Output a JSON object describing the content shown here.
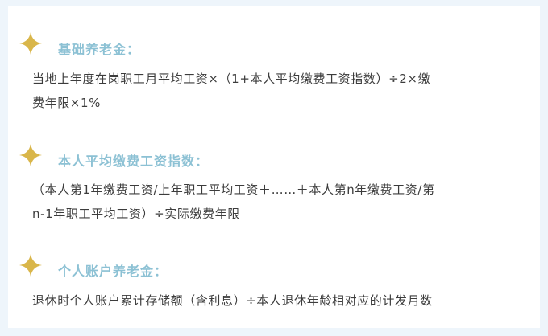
{
  "sections": [
    {
      "icon": "four-point-star-icon",
      "heading": "基础养老金：",
      "lines": [
        "当地上年度在岗职工月平均工资×（1+本人平均缴费工资指数）÷2×缴",
        "费年限×1%"
      ]
    },
    {
      "icon": "four-point-star-icon",
      "heading": "本人平均缴费工资指数：",
      "lines": [
        "（本人第1年缴费工资/上年职工平均工资＋……＋本人第n年缴费工资/第",
        "n-1年职工平均工资）÷实际缴费年限"
      ]
    },
    {
      "icon": "four-point-star-icon",
      "heading": "个人账户养老金：",
      "lines": [
        "退休时个人账户累计存储额（含利息）÷本人退休年龄相对应的计发月数"
      ]
    }
  ],
  "colors": {
    "star": "#d9b64a",
    "heading": "#8cc1d4",
    "text": "#3c3c3c",
    "background": "#eef5fb"
  }
}
